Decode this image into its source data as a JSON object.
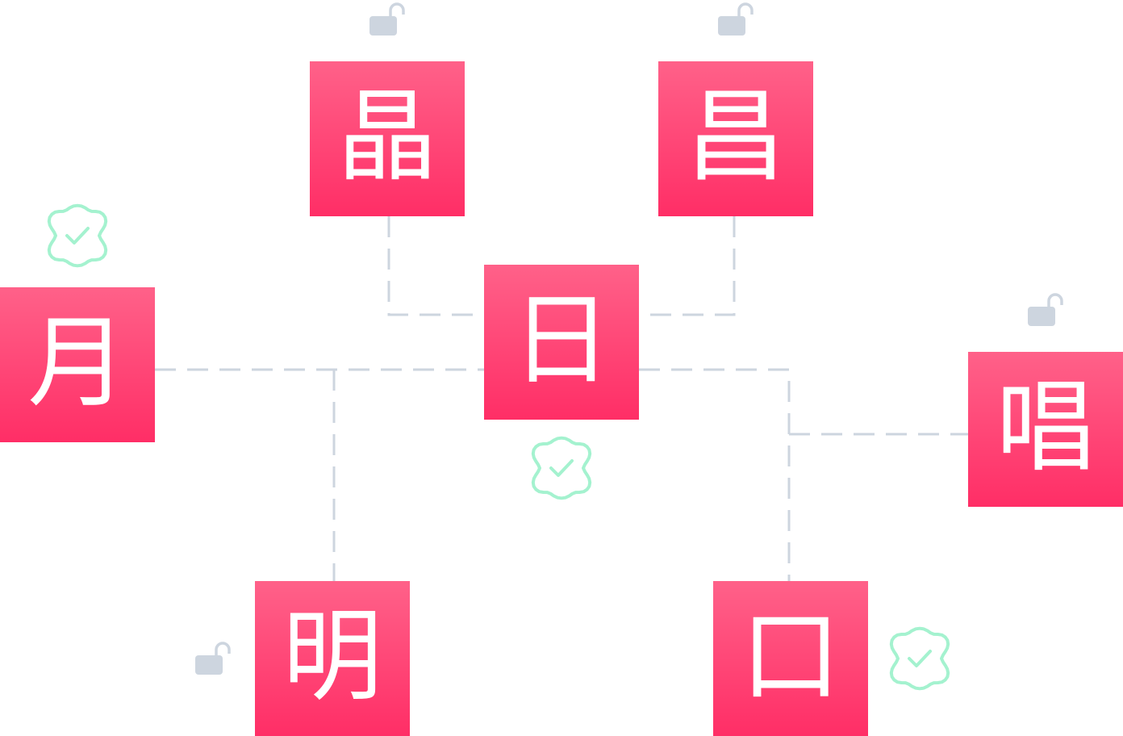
{
  "characters": {
    "jing": "晶",
    "chang": "昌",
    "yue": "月",
    "ri": "日",
    "chang_sing": "唱",
    "ming": "明",
    "kou": "口"
  },
  "colors": {
    "tile_top": "#ff6189",
    "tile_bottom": "#ff2e66",
    "glyph": "#ffffff",
    "connector": "#cdd5df",
    "lock": "#cdd5df",
    "check": "#a4f2cf"
  },
  "icons": {
    "locked_state": "unlock-icon",
    "completed_state": "check-badge-icon"
  }
}
